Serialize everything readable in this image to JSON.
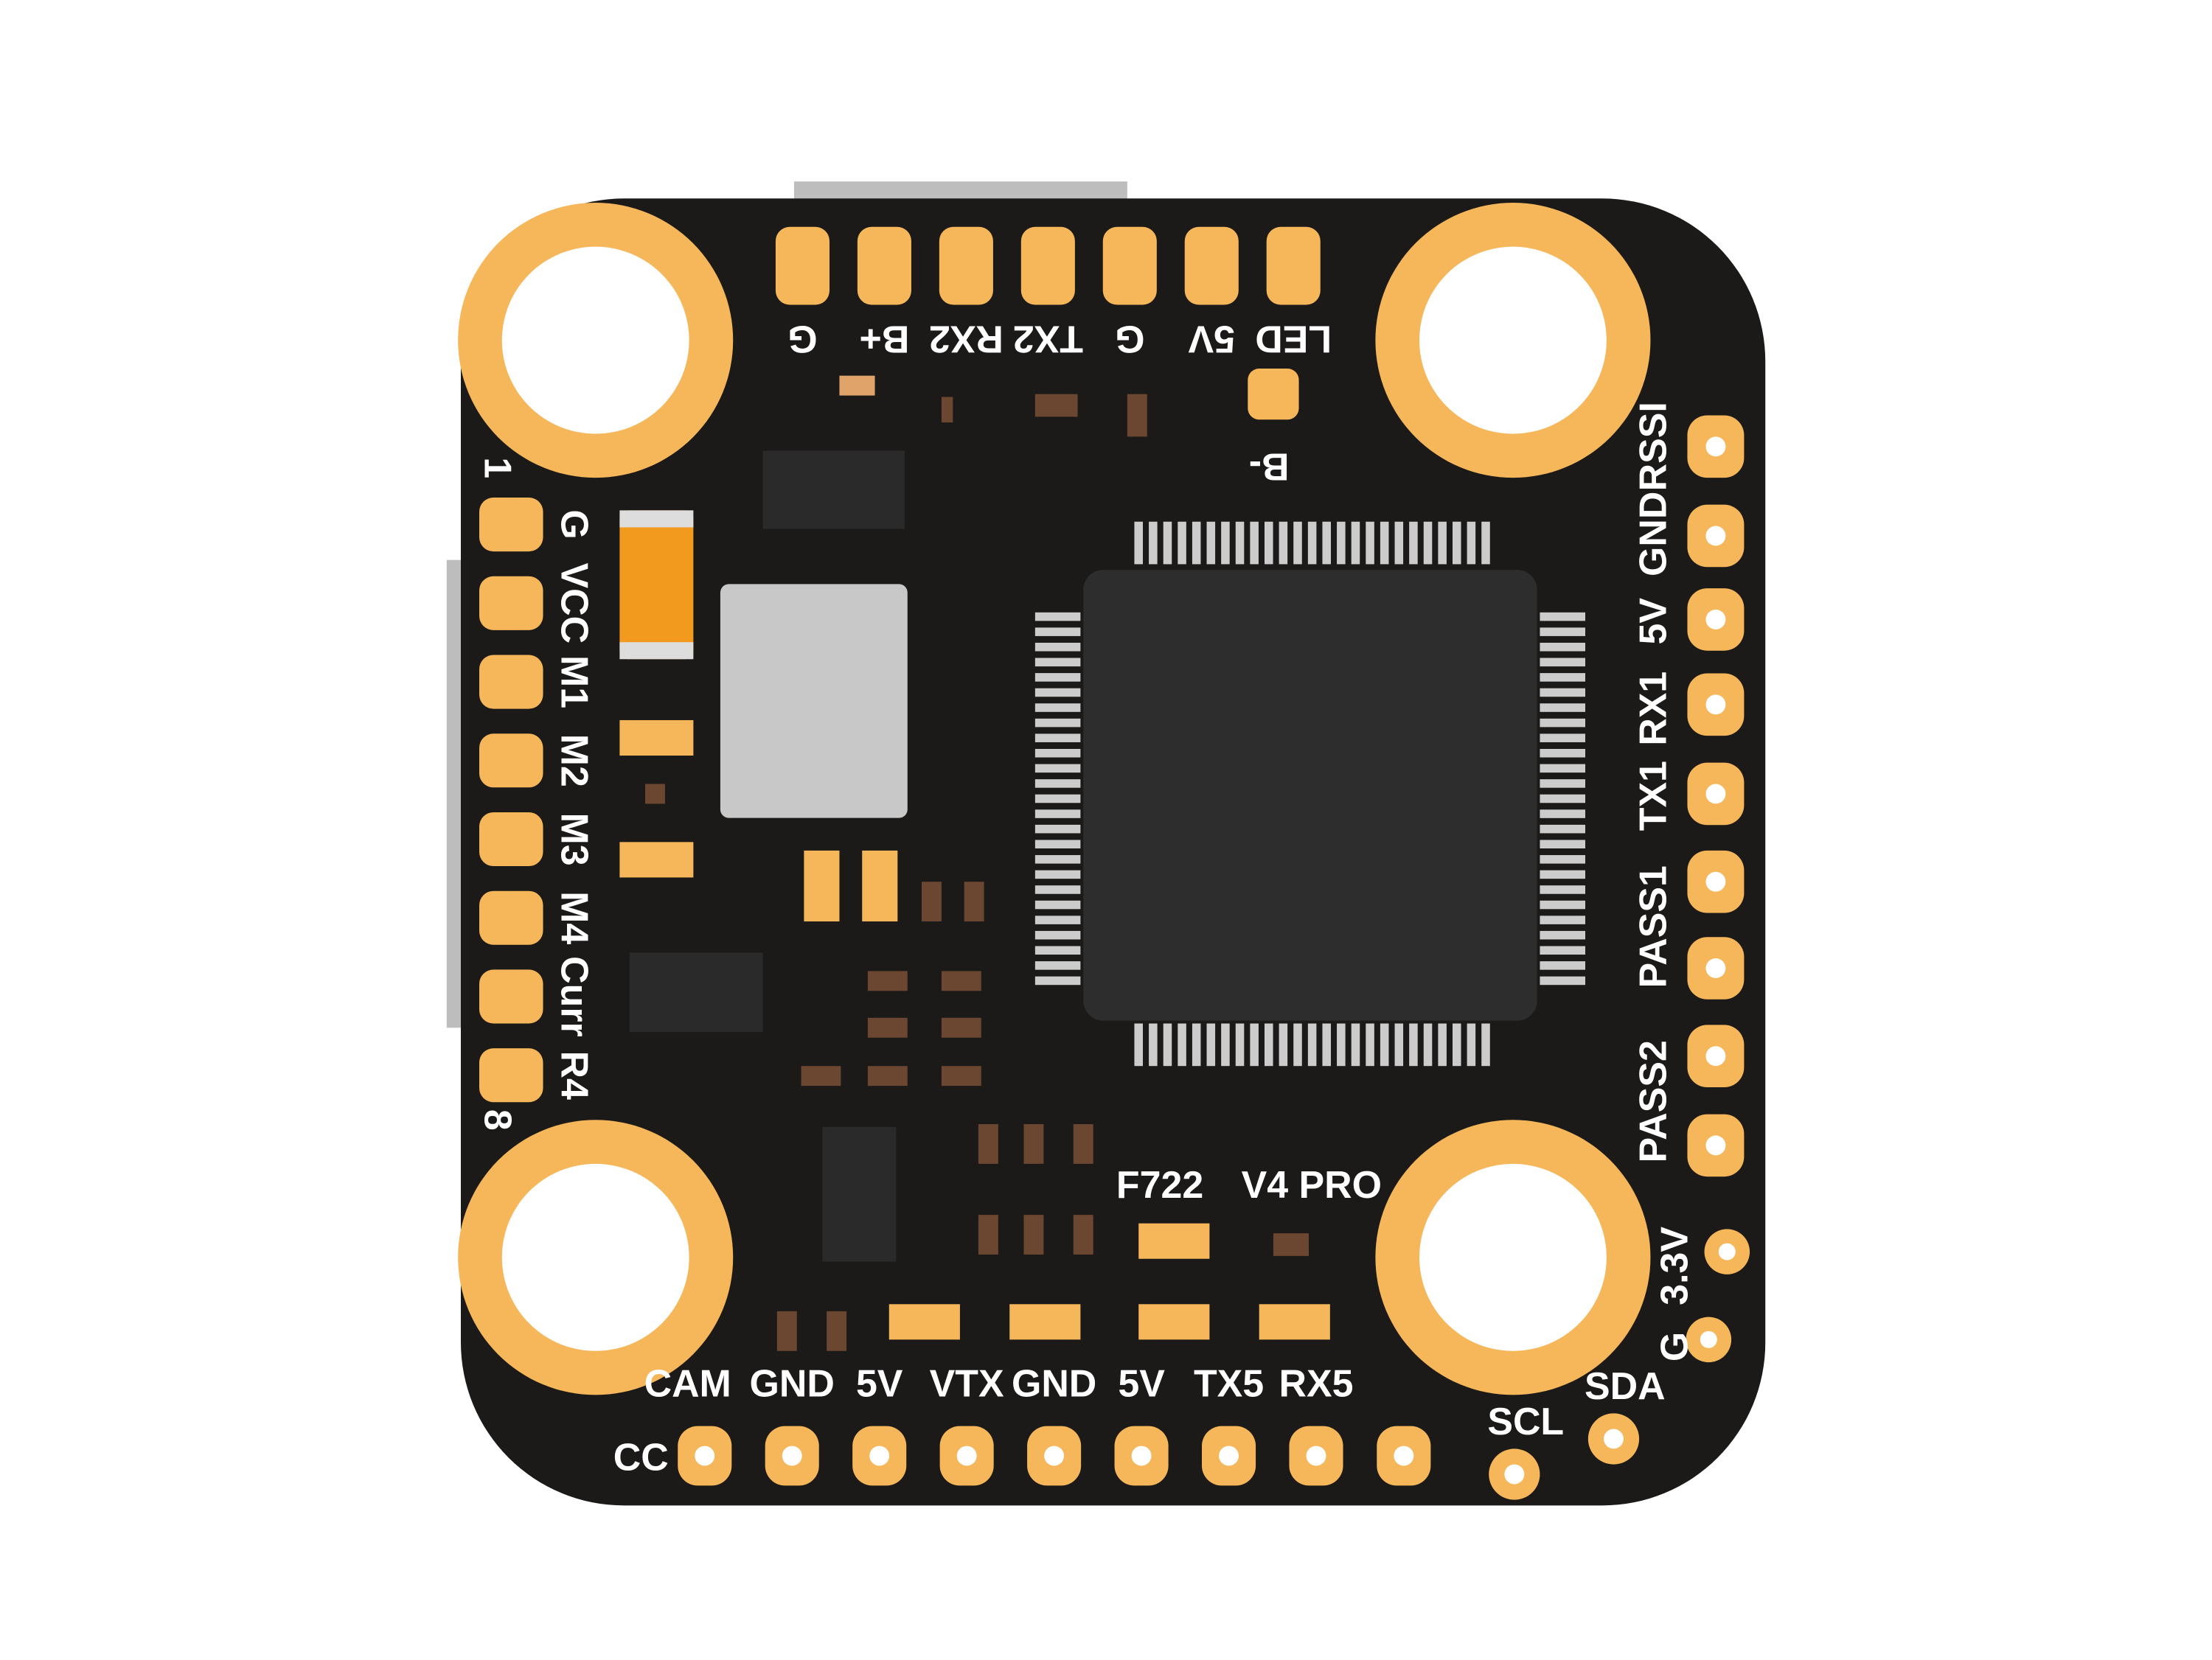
{
  "board": {
    "model_label": "F722",
    "version_label": "V4 PRO",
    "colors": {
      "pcb": "#1c1a19",
      "pad": "#f6b65a",
      "hole": "#ffffff",
      "chip": "#2d2d2d",
      "silkscreen": "#ffffff"
    },
    "top_pads": [
      "G",
      "B+",
      "RX2",
      "TX2",
      "G",
      "5V",
      "LED"
    ],
    "b_minus_label": "B-",
    "left_pads": [
      "G",
      "VCC",
      "M1",
      "M2",
      "M3",
      "M4",
      "Curr",
      "R4"
    ],
    "left_index_start": "1",
    "left_index_end": "8",
    "right_pads": [
      "RSSI",
      "GND",
      "5V",
      "RX1",
      "TX1",
      "PASS1",
      "PASS2"
    ],
    "bottom_pads": [
      "CC",
      "CAM",
      "GND",
      "5V",
      "VTX",
      "GND",
      "5V",
      "TX5",
      "RX5"
    ],
    "i2c_pads": [
      "SCL",
      "SDA"
    ],
    "corner_pads": [
      "3.3V",
      "G"
    ]
  }
}
